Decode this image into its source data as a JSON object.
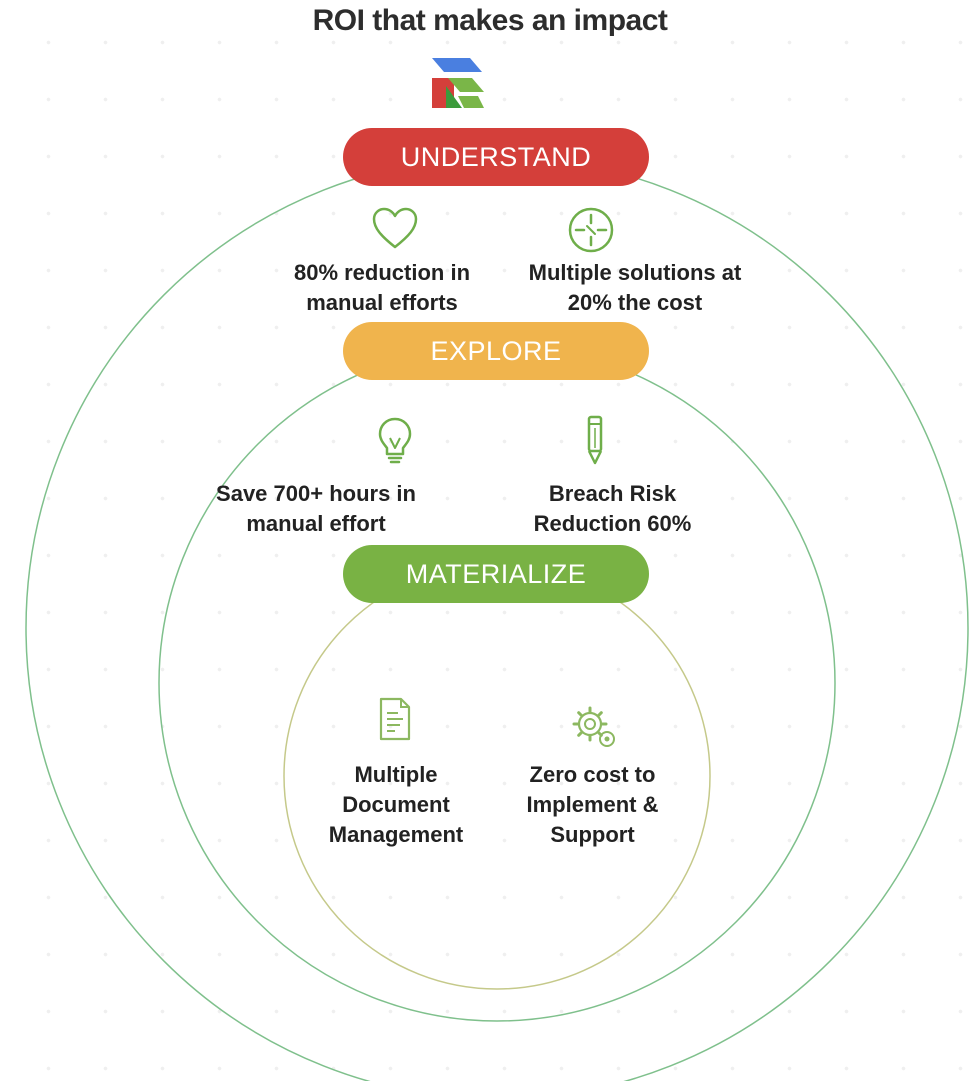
{
  "title": "ROI that makes an impact",
  "colors": {
    "understand": "#d43f3a",
    "explore": "#f0b44d",
    "materialize": "#79b244",
    "icon_stroke": "#6fae4a"
  },
  "stages": {
    "understand": {
      "label": "UNDERSTAND",
      "benefits": [
        {
          "icon": "heart-icon",
          "text_line1": "80% reduction in",
          "text_line2": "manual efforts"
        },
        {
          "icon": "target-icon",
          "text_line1": "Multiple solutions at",
          "text_line2": "20% the cost"
        }
      ]
    },
    "explore": {
      "label": "EXPLORE",
      "benefits": [
        {
          "icon": "lightbulb-icon",
          "text_line1": "Save 700+ hours in",
          "text_line2": "manual effort"
        },
        {
          "icon": "pencil-icon",
          "text_line1": "Breach Risk",
          "text_line2": "Reduction 60%"
        }
      ]
    },
    "materialize": {
      "label": "MATERIALIZE",
      "benefits": [
        {
          "icon": "document-icon",
          "text_line1": "Multiple",
          "text_line2": "Document",
          "text_line3": "Management"
        },
        {
          "icon": "gears-icon",
          "text_line1": "Zero cost to",
          "text_line2": "Implement &",
          "text_line3": "Support"
        }
      ]
    }
  }
}
